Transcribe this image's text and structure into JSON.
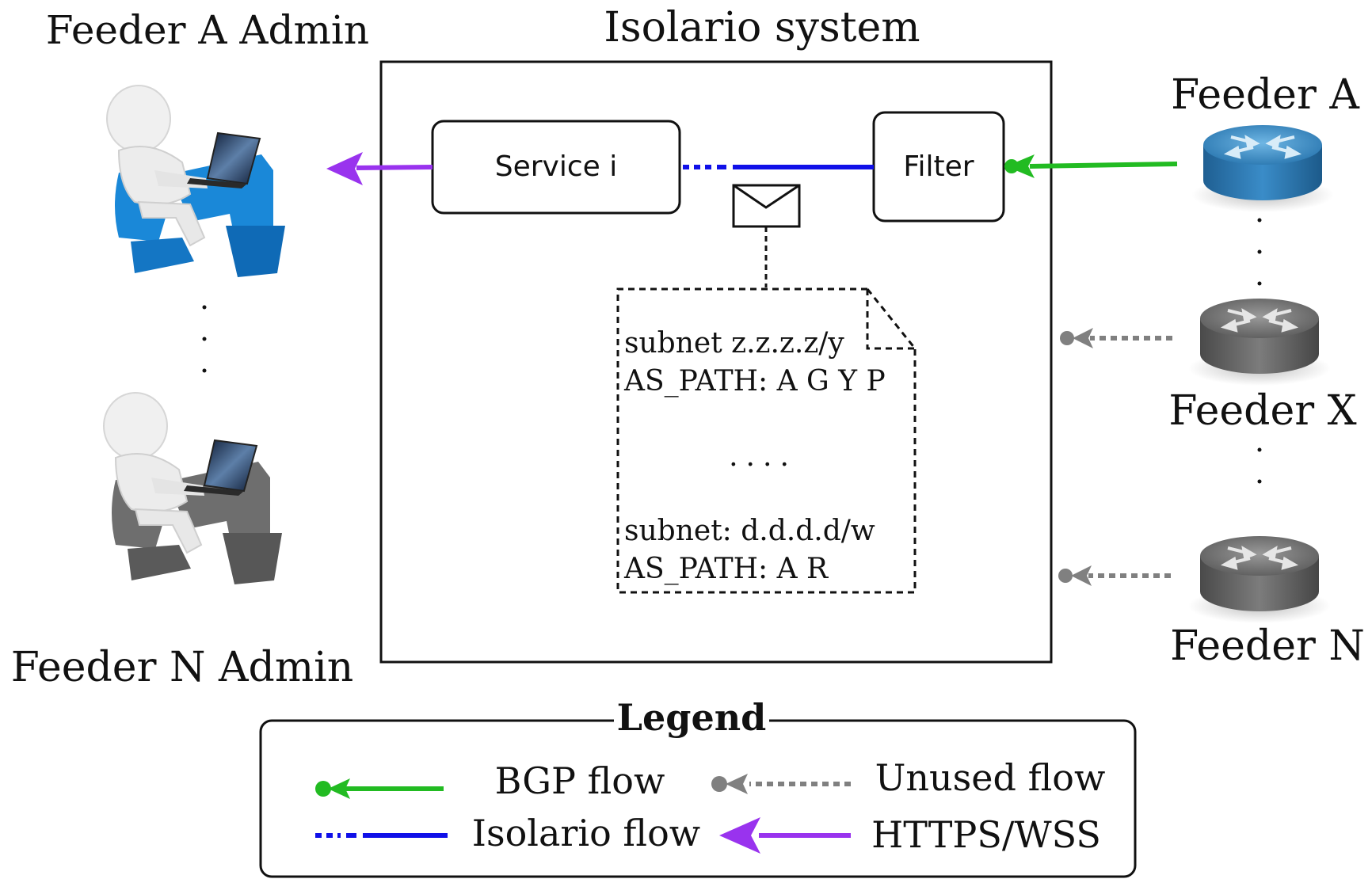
{
  "labels": {
    "admin_a": "Feeder A Admin",
    "admin_n": "Feeder N Admin",
    "system_title": "Isolario system",
    "feeder_a": "Feeder A",
    "feeder_x": "Feeder X",
    "feeder_n": "Feeder N"
  },
  "system": {
    "service_label": "Service i",
    "filter_label": "Filter"
  },
  "document": {
    "line1": "subnet z.z.z.z/y",
    "line2": "AS_PATH: A G Y P",
    "ellipsis": "....",
    "line3": "subnet: d.d.d.d/w",
    "line4": "AS_PATH: A R"
  },
  "legend": {
    "title": "Legend",
    "bgp": "BGP flow",
    "unused": "Unused flow",
    "isolario": "Isolario flow",
    "https": "HTTPS/WSS"
  },
  "colors": {
    "bgp": "#22bb22",
    "isolario": "#1010e8",
    "unused": "#808080",
    "https": "#9933ee",
    "router_blue": "#2f7fb8",
    "router_gray": "#6b6b6b",
    "desk_blue": "#1a88d8",
    "desk_gray": "#6e6e6e"
  },
  "icons": [
    "person-laptop-icon",
    "router-icon",
    "envelope-icon",
    "document-icon"
  ]
}
